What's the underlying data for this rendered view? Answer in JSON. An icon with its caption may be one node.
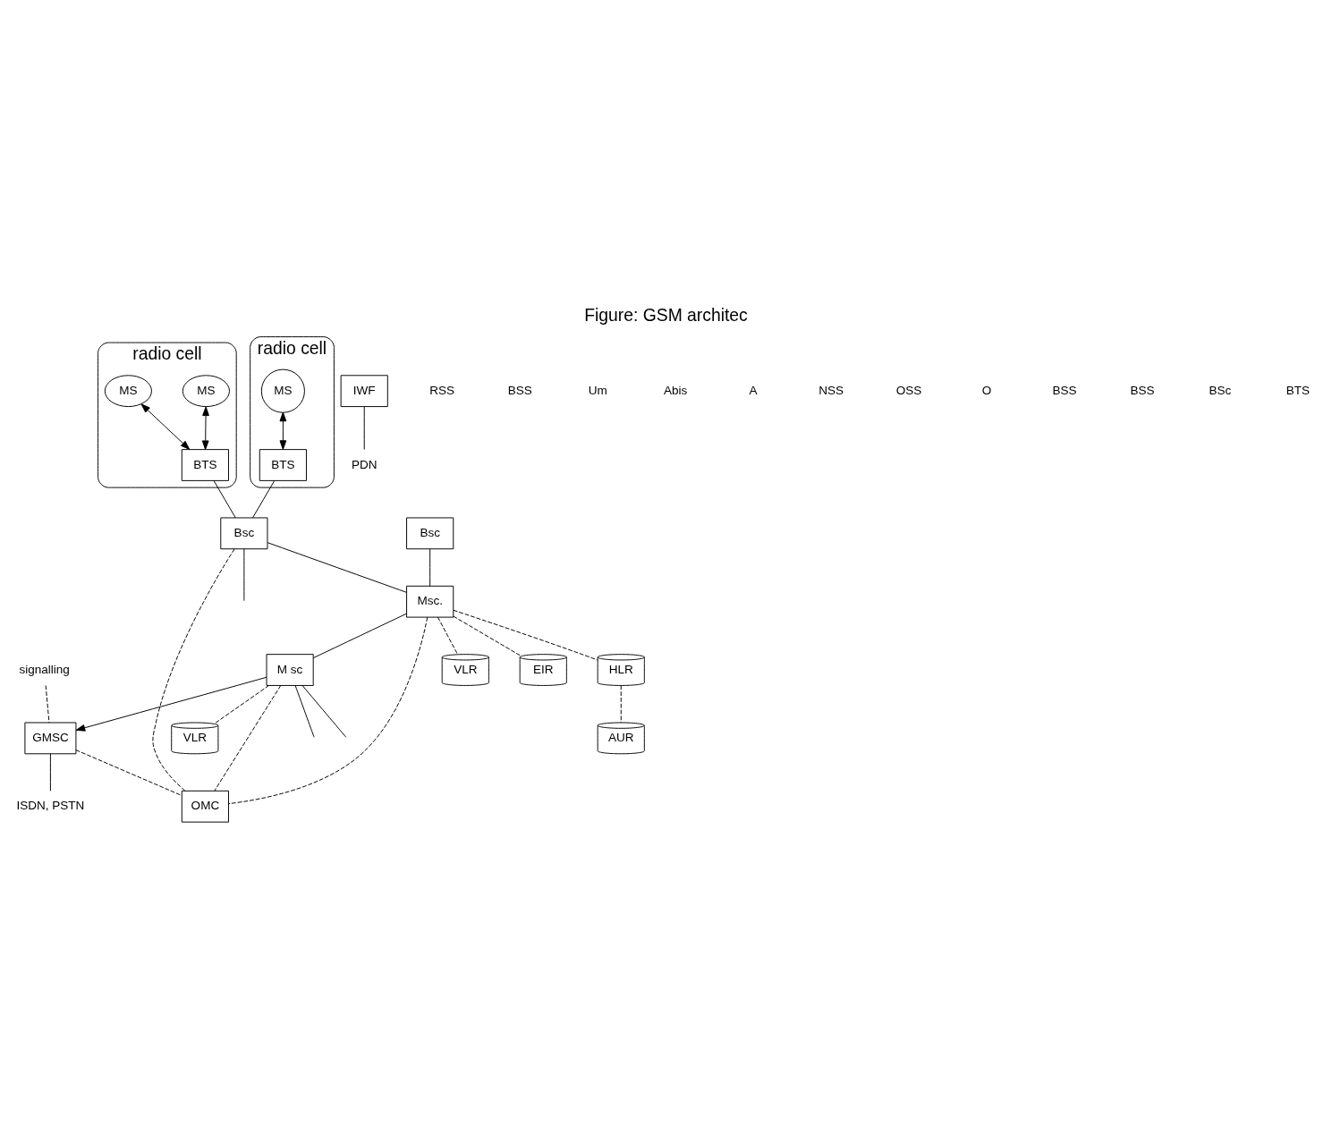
{
  "diagram": {
    "title": "Figure: GSM architec",
    "nodes": [
      {
        "text": [
          "radio cell"
        ]
      },
      {
        "text": [
          "MS"
        ],
        "in": 0
      },
      {
        "text": [
          "MS"
        ],
        "in": 0
      },
      {
        "text": [
          "BTS"
        ],
        "in": 0
      },
      {
        "text": [
          "radio cell"
        ]
      },
      {
        "text": [
          "MS"
        ],
        "in": 4
      },
      {
        "text": [
          "BTS"
        ],
        "in": 4
      },
      {
        "text": [
          "Bsc"
        ]
      },
      {
        "text": [
          "Bsc"
        ]
      },
      {
        "text": [
          "Msc."
        ]
      },
      {
        "text": [
          "M sc"
        ]
      },
      {
        "text": [
          "VLR"
        ]
      },
      {
        "text": [
          "HLR"
        ]
      },
      {
        "text": [
          "VLR"
        ]
      },
      {
        "text": [
          "GMSC"
        ]
      },
      {
        "text": [
          "IWF"
        ]
      },
      {
        "text": [
          "EIR"
        ]
      },
      {
        "text": [
          "AUR"
        ]
      },
      {
        "text": [
          "OMC"
        ]
      },
      {
        "text": [
          "ISDN, PSTN"
        ]
      },
      {
        "text": [
          "PDN"
        ]
      },
      {
        "text": [
          "signalling"
        ]
      }
    ],
    "edges": [
      {
        "from": 1,
        "to": 3,
        "arrow": "both"
      },
      {
        "from": 2,
        "to": 3,
        "arrow": "both"
      },
      {
        "from": 5,
        "to": 6,
        "arrow": "both"
      },
      {
        "from": 3,
        "to": 7,
        "arrow": "none"
      },
      {
        "from": 6,
        "to": 7,
        "arrow": "none"
      },
      {
        "from": 7,
        "to": null,
        "arrow": "none"
      },
      {
        "from": 8,
        "to": 9,
        "arrow": "none"
      },
      {
        "from": 7,
        "to": 9,
        "arrow": "none"
      },
      {
        "from": 9,
        "to": 10,
        "arrow": "none"
      },
      {
        "from": 10,
        "to": null,
        "arrow": "none"
      },
      {
        "from": 10,
        "to": null,
        "arrow": "none"
      },
      {
        "from": 10,
        "to": 14,
        "arrow": "to"
      },
      {
        "from": 9,
        "to": 11,
        "arrow": "none",
        "style": "dashed"
      },
      {
        "from": 9,
        "to": 12,
        "arrow": "none",
        "style": "dashed"
      },
      {
        "from": 9,
        "to": 16,
        "arrow": "none",
        "style": "dashed"
      },
      {
        "from": 12,
        "to": 17,
        "arrow": "none",
        "style": "dashed"
      },
      {
        "from": 9,
        "to": 18,
        "arrow": "none",
        "style": "dashed"
      },
      {
        "from": 7,
        "to": 18,
        "arrow": "none",
        "style": "dashed"
      },
      {
        "from": 10,
        "to": 13,
        "arrow": "none",
        "style": "dashed"
      },
      {
        "from": 10,
        "to": 18,
        "arrow": "none",
        "style": "dashed"
      },
      {
        "from": 14,
        "to": 18,
        "arrow": "none",
        "style": "dashed"
      },
      {
        "from": 21,
        "to": 14,
        "arrow": "none",
        "style": "dashed"
      },
      {
        "from": 14,
        "to": 19,
        "arrow": "none"
      },
      {
        "from": 15,
        "to": 20,
        "arrow": "none"
      }
    ],
    "labels": [
      "RSS",
      "BSS",
      "Um",
      "Abis",
      "A",
      "NSS",
      "OSS",
      "O",
      "BSS",
      "BSS",
      "BSc",
      "BTS"
    ]
  }
}
